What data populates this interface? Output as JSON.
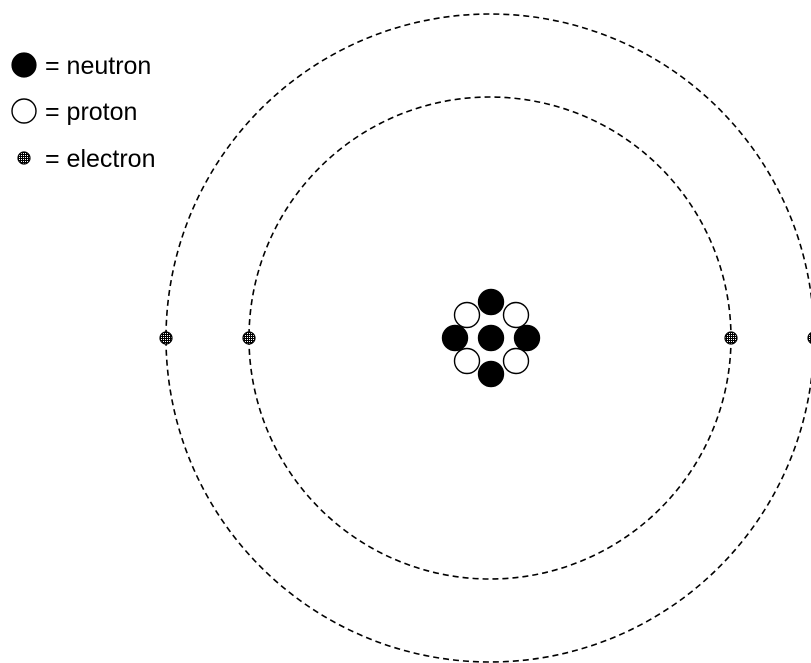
{
  "legend": {
    "neutron_label": "= neutron",
    "proton_label": "= proton",
    "electron_label": "= electron"
  },
  "atom": {
    "protons": 4,
    "neutrons": 5,
    "electrons": 4,
    "shells": [
      {
        "name": "inner-shell",
        "electrons": 2
      },
      {
        "name": "outer-shell",
        "electrons": 2
      }
    ]
  },
  "colors": {
    "neutron_fill": "#000000",
    "proton_fill": "#ffffff",
    "outline": "#000000",
    "orbit_stroke": "#000000"
  },
  "icons": {
    "neutron": "filled-circle-icon",
    "proton": "hollow-circle-icon",
    "electron": "hatched-dot-icon"
  }
}
